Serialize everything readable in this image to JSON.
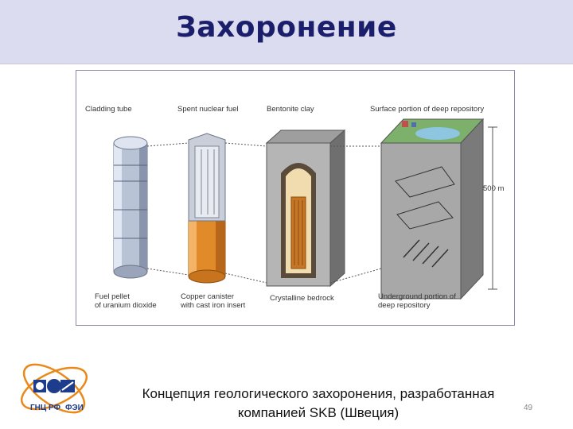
{
  "slide": {
    "title": "Захоронение",
    "caption_line1": "Концепция геологического захоронения, разработанная",
    "caption_line2": "компанией SKB (Швеция)",
    "page_number": "49"
  },
  "figure": {
    "labels": {
      "cladding_tube": "Cladding tube",
      "spent_fuel": "Spent nuclear fuel",
      "bentonite": "Bentonite clay",
      "surface_repo": "Surface portion of deep repository",
      "depth": "500 m",
      "fuel_pellet_1": "Fuel pellet",
      "fuel_pellet_2": "of uranium dioxide",
      "canister_1": "Copper canister",
      "canister_2": "with cast iron insert",
      "bedrock": "Crystalline bedrock",
      "underground_1": "Underground portion of",
      "underground_2": "deep repository"
    }
  },
  "logo": {
    "text_left": "ГНЦ РФ",
    "text_right": "ФЭИ"
  },
  "colors": {
    "title": "#1b1f6b",
    "title_bar": "#dcdcf0",
    "copper": "#e08a2a",
    "rock": "#a8a8a8",
    "logo_orange": "#e8891a",
    "logo_blue": "#1e3c8c"
  }
}
